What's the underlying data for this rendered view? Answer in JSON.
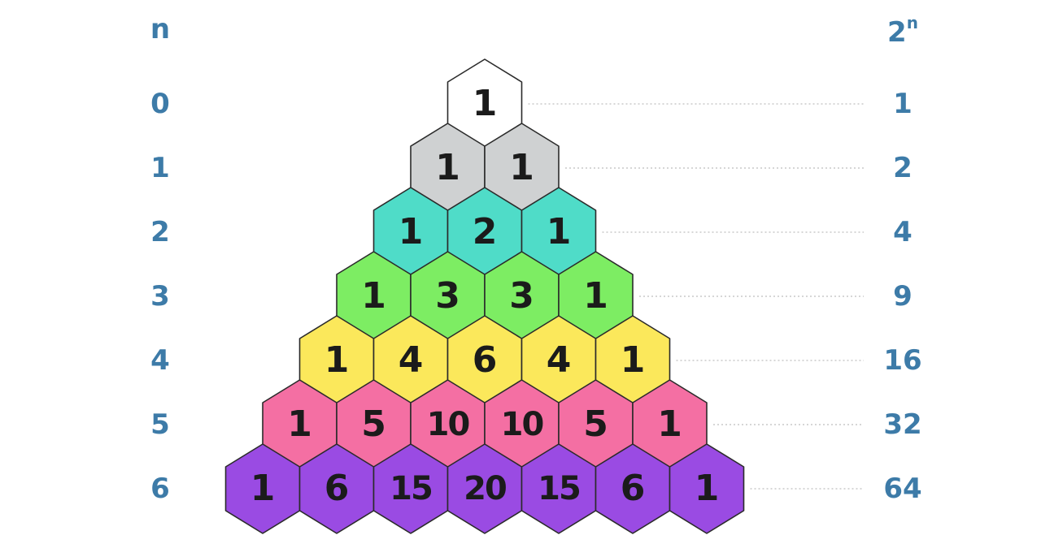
{
  "headers": {
    "left": "n",
    "right_base": "2",
    "right_exp": "n"
  },
  "rows": [
    {
      "n": "0",
      "pow": "1",
      "values": [
        "1"
      ],
      "color": "#ffffff"
    },
    {
      "n": "1",
      "pow": "2",
      "values": [
        "1",
        "1"
      ],
      "color": "#cfd1d2"
    },
    {
      "n": "2",
      "pow": "4",
      "values": [
        "1",
        "2",
        "1"
      ],
      "color": "#4fdcc8"
    },
    {
      "n": "3",
      "pow": "9",
      "values": [
        "1",
        "3",
        "3",
        "1"
      ],
      "color": "#7ded63"
    },
    {
      "n": "4",
      "pow": "16",
      "values": [
        "1",
        "4",
        "6",
        "4",
        "1"
      ],
      "color": "#fbe85b"
    },
    {
      "n": "5",
      "pow": "32",
      "values": [
        "1",
        "5",
        "10",
        "10",
        "5",
        "1"
      ],
      "color": "#f46fa3"
    },
    {
      "n": "6",
      "pow": "64",
      "values": [
        "1",
        "6",
        "15",
        "20",
        "15",
        "6",
        "1"
      ],
      "color": "#9a4be3"
    }
  ],
  "colors": {
    "label": "#3d7ba8",
    "hex_stroke": "#2b2b2b",
    "text": "#1b1b1b",
    "dots": "#c9c9c9"
  }
}
